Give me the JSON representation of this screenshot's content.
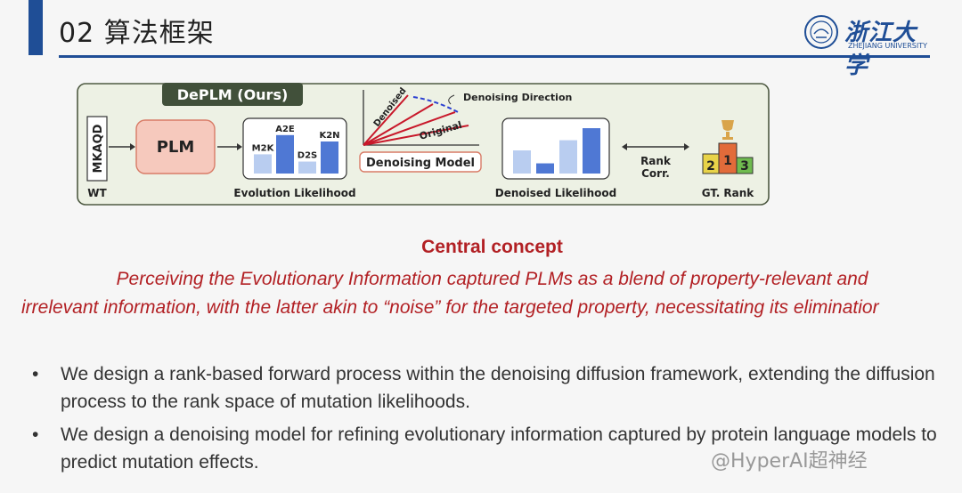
{
  "header": {
    "title": "02 算法框架",
    "logo_cn": "浙江大学",
    "logo_en": "ZHEJIANG UNIVERSITY"
  },
  "figure": {
    "badge": "DePLM (Ours)",
    "sequence": "MKAQD",
    "wt_label": "WT",
    "plm_label": "PLM",
    "evolution_caption": "Evolution Likelihood",
    "bar_labels": [
      "M2K",
      "A2E",
      "D2S",
      "K2N"
    ],
    "evolution_values": [
      0.45,
      0.9,
      0.28,
      0.75
    ],
    "denoised_values": [
      0.5,
      0.22,
      0.72,
      0.98
    ],
    "arrow_denoised": "Denoised",
    "arrow_original": "Original",
    "direction_label": "Denoising Direction",
    "denoising_model": "Denoising Model",
    "denoised_caption": "Denoised Likelihood",
    "rank_corr_line1": "Rank",
    "rank_corr_line2": "Corr.",
    "gt_caption": "GT. Rank",
    "podium": [
      "2",
      "1",
      "3"
    ]
  },
  "central": {
    "heading": "Central concept",
    "line1": "Perceiving the Evolutionary Information captured PLMs as a blend of property-relevant and",
    "line2": "irrelevant information, with the latter akin to “noise” for the targeted property, necessitating its eliminatior"
  },
  "bullets": [
    {
      "marker": "•",
      "text": "We design a rank-based forward process within the denoising diffusion framework, extending the diffusion process to the rank space of mutation likelihoods."
    },
    {
      "marker": "•",
      "text": "We design a denoising model for refining evolutionary information captured by protein language models to predict mutation effects."
    }
  ],
  "watermark": "@HyperAI超神经"
}
